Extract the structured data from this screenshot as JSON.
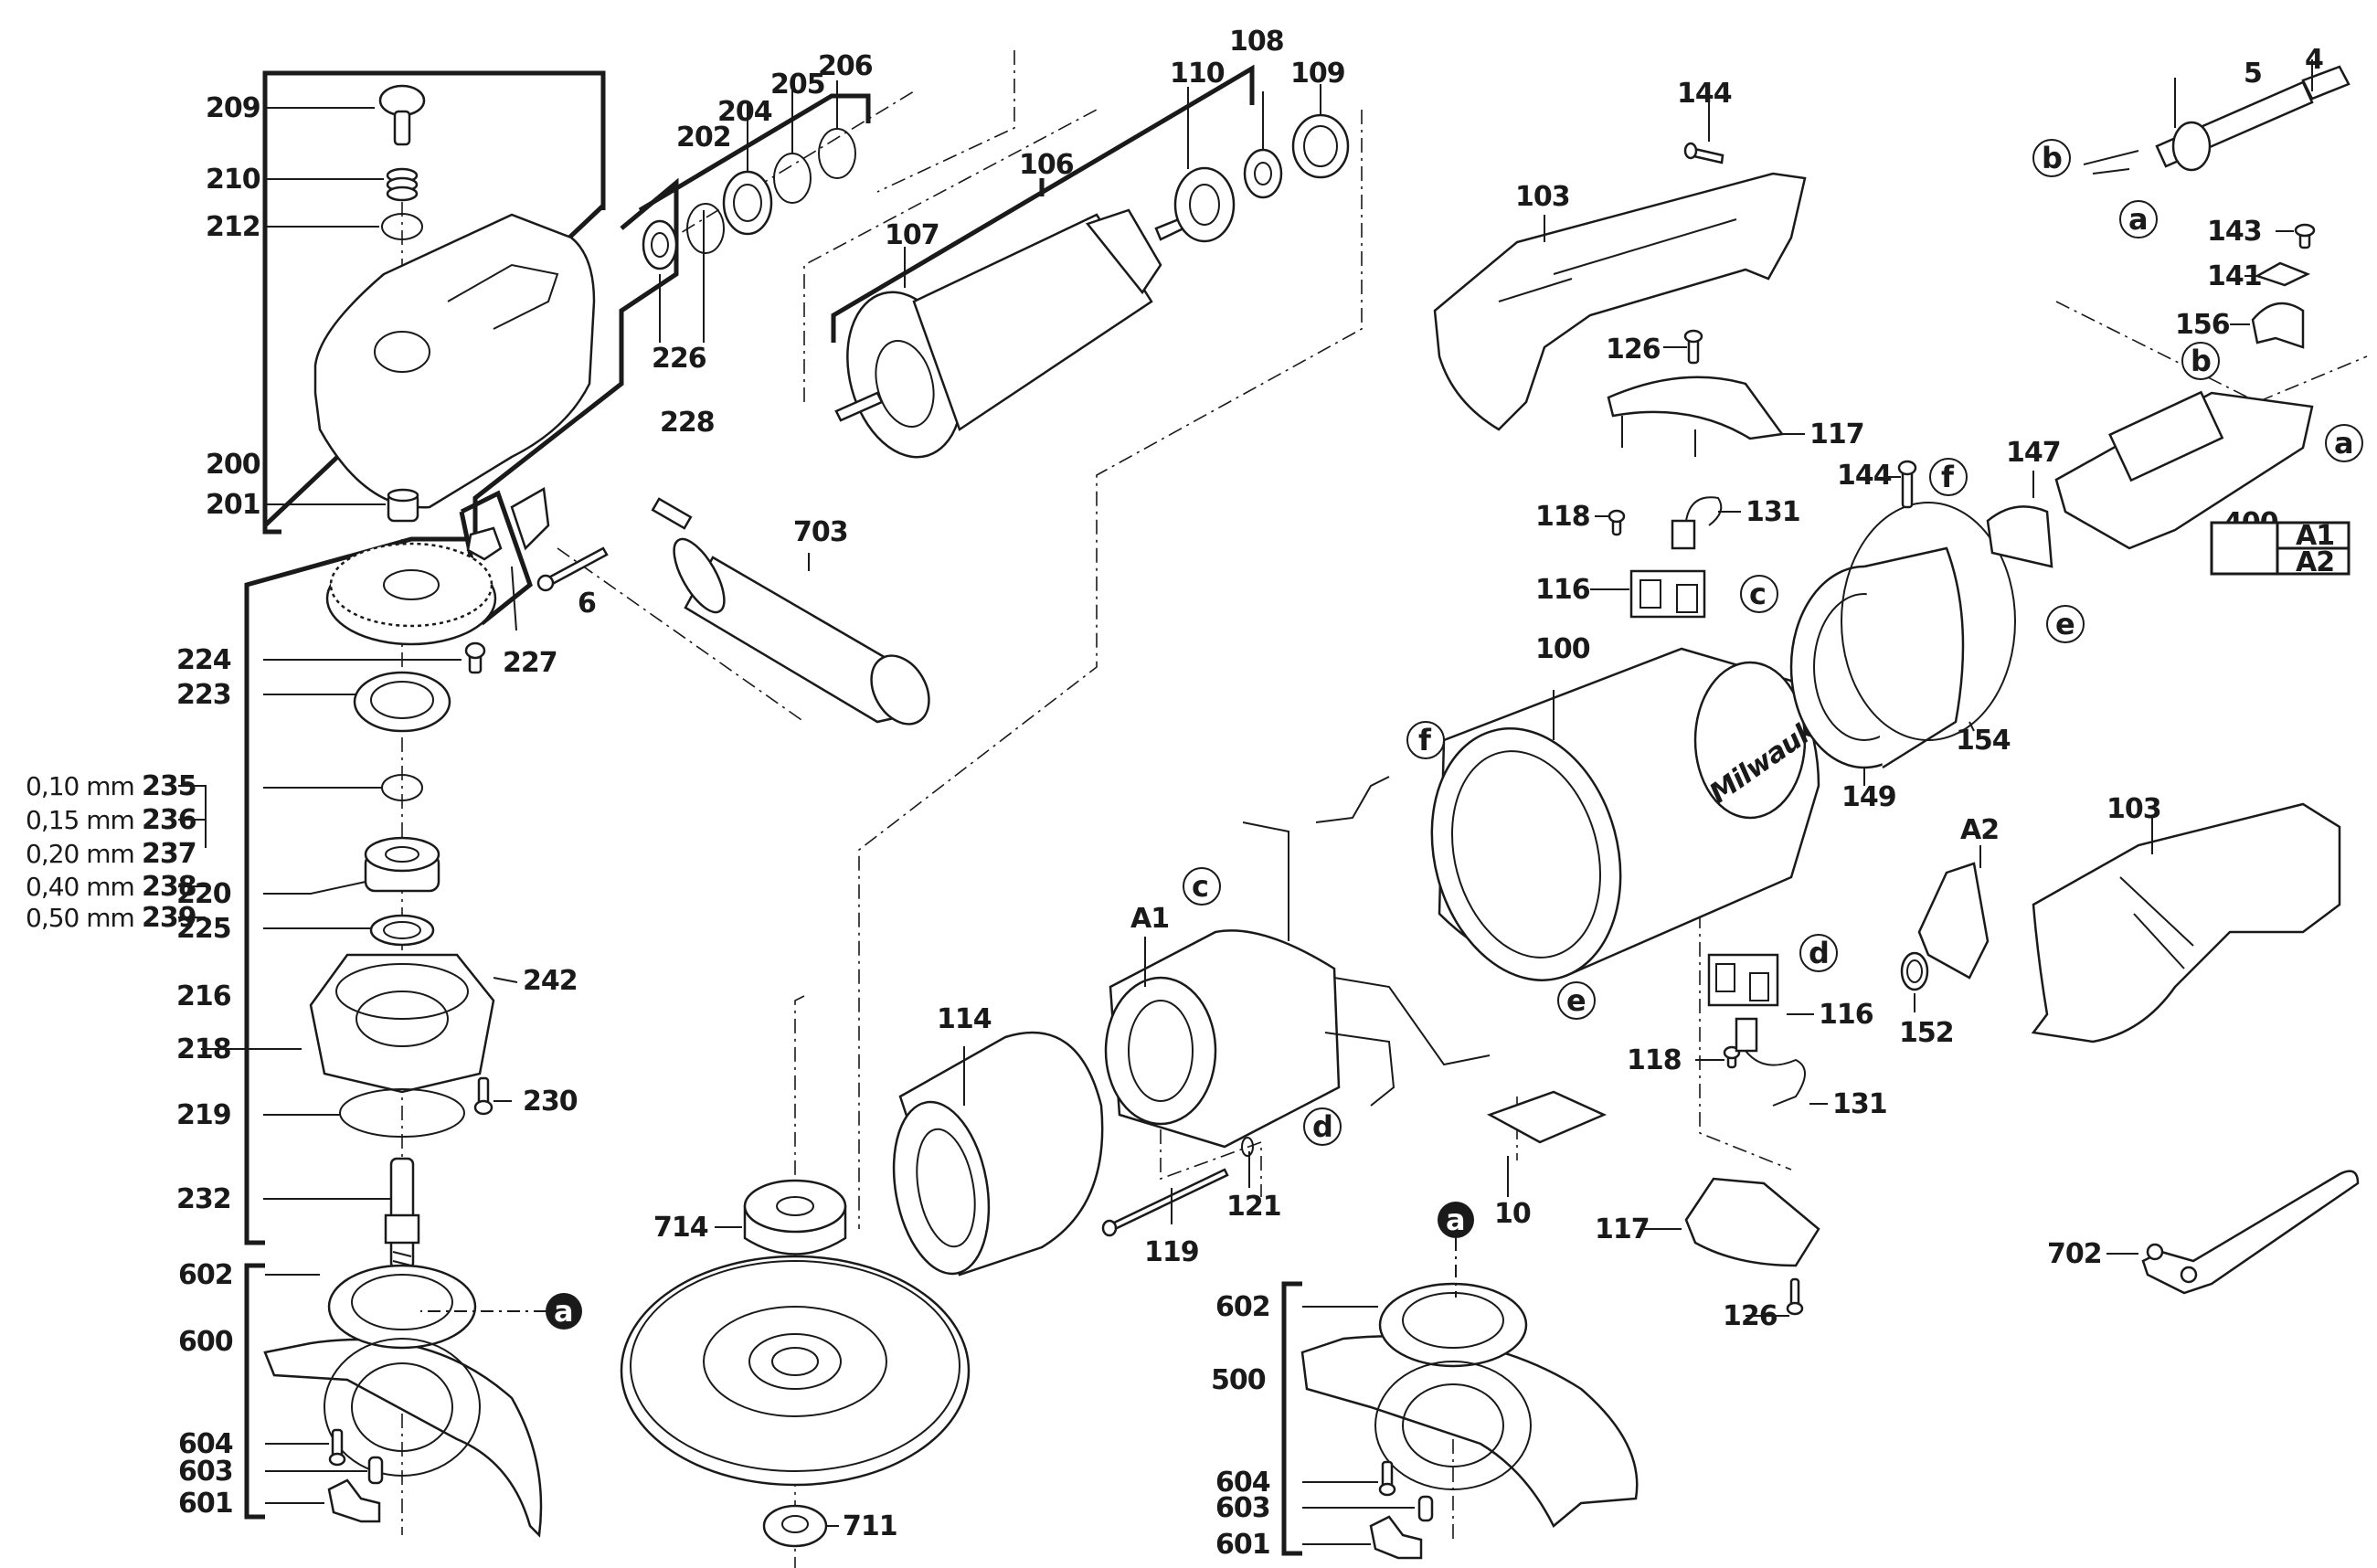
{
  "diagram": {
    "title": "Angle grinder exploded parts diagram",
    "brand_mark": "Milwaukee",
    "part_labels": [
      "209",
      "210",
      "212",
      "200",
      "201",
      "202",
      "204",
      "205",
      "206",
      "226",
      "228",
      "227",
      "6",
      "703",
      "106",
      "107",
      "108",
      "110",
      "109",
      "224",
      "223",
      "235",
      "236",
      "237",
      "238",
      "239",
      "220",
      "225",
      "216",
      "242",
      "218",
      "219",
      "230",
      "232",
      "602",
      "600",
      "604",
      "603",
      "601",
      "714",
      "711",
      "114",
      "A1",
      "119",
      "121",
      "10",
      "100",
      "144",
      "103",
      "126",
      "117",
      "118",
      "131",
      "116",
      "149",
      "154",
      "147",
      "400",
      "5",
      "4",
      "143",
      "141",
      "156",
      "A2",
      "152",
      "702",
      "500"
    ],
    "shim_thicknesses": [
      {
        "part": "235",
        "thickness": "0,10 mm"
      },
      {
        "part": "236",
        "thickness": "0,15 mm"
      },
      {
        "part": "237",
        "thickness": "0,20 mm"
      },
      {
        "part": "238",
        "thickness": "0,40 mm"
      },
      {
        "part": "239",
        "thickness": "0,50 mm"
      }
    ],
    "connection_markers": [
      "a",
      "b",
      "c",
      "d",
      "e",
      "f"
    ],
    "switch_variant_table": {
      "part": "400",
      "variants": [
        "A1",
        "A2"
      ]
    }
  }
}
